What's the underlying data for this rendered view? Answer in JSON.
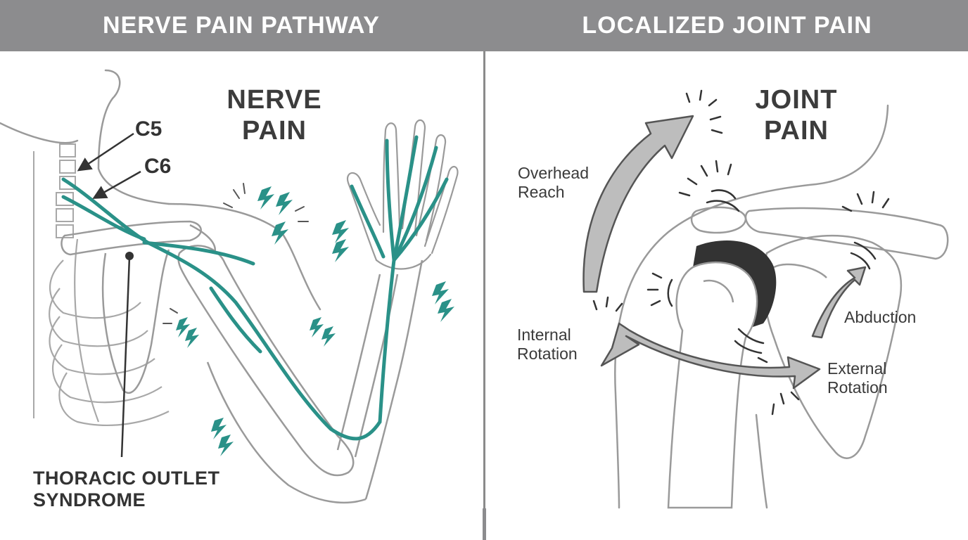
{
  "left_panel": {
    "header": "NERVE PAIN PATHWAY",
    "title": "NERVE\nPAIN",
    "labels": {
      "c5": "C5",
      "c6": "C6",
      "thoracic": "THORACIC OUTLET\nSYNDROME"
    },
    "nerve_color": "#2a9188",
    "bolt_color": "#2a9188"
  },
  "right_panel": {
    "header": "LOCALIZED JOINT PAIN",
    "title": "JOINT\nPAIN",
    "movements": {
      "overhead": "Overhead\nReach",
      "internal": "Internal\nRotation",
      "abduction": "Abduction",
      "external": "External\nRotation"
    },
    "arrow_fill": "#bdbdbd",
    "joint_fill": "#333333"
  },
  "colors": {
    "header_bg": "#8c8c8e",
    "header_text": "#ffffff",
    "line_art": "#9a9a9a"
  }
}
